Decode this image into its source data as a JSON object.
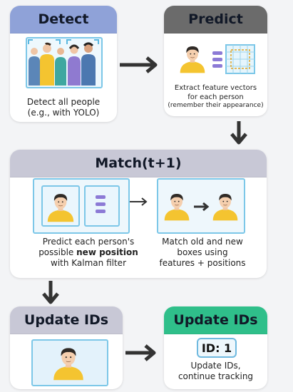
{
  "detect": {
    "title": "Detect",
    "caption_line1": "Detect all people",
    "caption_line2": "(e.g., with YOLO)"
  },
  "predict": {
    "title": "Predict",
    "caption_line1": "Extract feature vectors",
    "caption_line2": "for each person",
    "caption_line3": "(remember their appearance)"
  },
  "match": {
    "title": "Match(t+1)",
    "left_line1": "Predict each person's",
    "left_line2_prefix": "possible ",
    "left_line2_bold": "new position",
    "left_line3": "with Kalman filter",
    "right_line1": "Match old and new",
    "right_line2": "boxes using",
    "right_line3": "features + positions"
  },
  "update_left": {
    "title": "Update IDs"
  },
  "update_right": {
    "title": "Update IDs",
    "badge": "ID: 1",
    "caption_line1": "Update IDs,",
    "caption_line2": "continue tracking"
  },
  "colors": {
    "detect_header": "#8fa2d8",
    "predict_header": "#6b6b6b",
    "match_header": "#c8c8d6",
    "update_left_header": "#c8c8d6",
    "update_right_header": "#2fbf8a",
    "frame_border": "#7cc7e8",
    "frame_fill": "#eaf6fd",
    "person_shirt": "#f4c430",
    "feature_bar": "#8c7ad6",
    "arrow": "#333333"
  },
  "icons": [
    "person-icon",
    "feature-vector-icon",
    "feature-grid-icon",
    "right-arrow",
    "down-arrow"
  ]
}
